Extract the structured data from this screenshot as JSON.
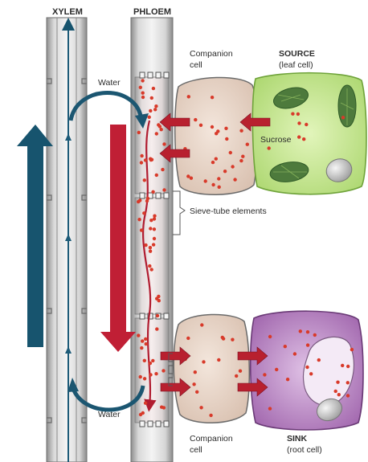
{
  "headers": {
    "xylem": "XYLEM",
    "phloem": "PHLOEM"
  },
  "labels": {
    "water_top": "Water",
    "water_bottom": "Water",
    "companion_top_line1": "Companion",
    "companion_top_line2": "cell",
    "companion_bottom_line1": "Companion",
    "companion_bottom_line2": "cell",
    "source_title": "SOURCE",
    "source_sub": "(leaf cell)",
    "sucrose": "Sucrose",
    "sieve_tube": "Sieve-tube elements",
    "sink_title": "SINK",
    "sink_sub": "(root cell)"
  },
  "colors": {
    "xylem_flow_arrow": "#17546e",
    "phloem_flow_arrow": "#c01f35",
    "sugar_dot": "#d83a2a",
    "source_cell": "#c7e88f",
    "sink_cell": "#b985c2",
    "companion_cell": "#e6d2c3",
    "tube": "#c9c9c9"
  }
}
